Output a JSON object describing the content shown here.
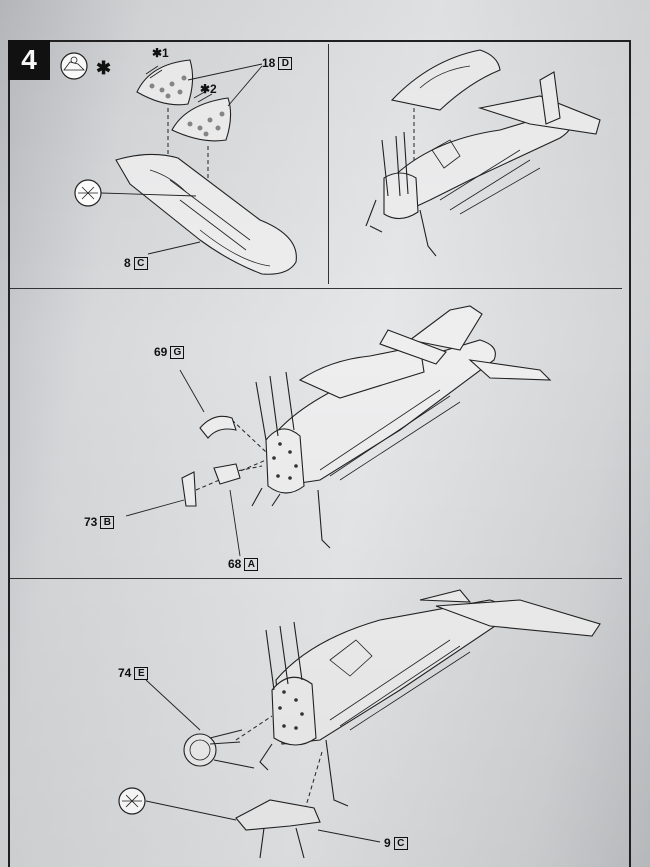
{
  "step": {
    "number": "4"
  },
  "panel_a": {
    "callouts": [
      {
        "id": "star1",
        "text": "✱1"
      },
      {
        "id": "star2",
        "text": "✱2"
      },
      {
        "id": "part18",
        "number": "18",
        "letter": "D"
      },
      {
        "id": "part8",
        "number": "8",
        "letter": "C"
      }
    ]
  },
  "panel_c": {
    "callouts": [
      {
        "id": "part69",
        "number": "69",
        "letter": "G"
      },
      {
        "id": "part73",
        "number": "73",
        "letter": "B"
      },
      {
        "id": "part68",
        "number": "68",
        "letter": "A"
      }
    ]
  },
  "panel_d": {
    "callouts": [
      {
        "id": "part74",
        "number": "74",
        "letter": "E"
      },
      {
        "id": "part9",
        "number": "9",
        "letter": "C"
      }
    ]
  },
  "icons": [
    "masking-option-icon",
    "glue-icon"
  ],
  "colors": {
    "ink": "#222222",
    "paper": "#e6e7e8",
    "badge": "#111111"
  }
}
